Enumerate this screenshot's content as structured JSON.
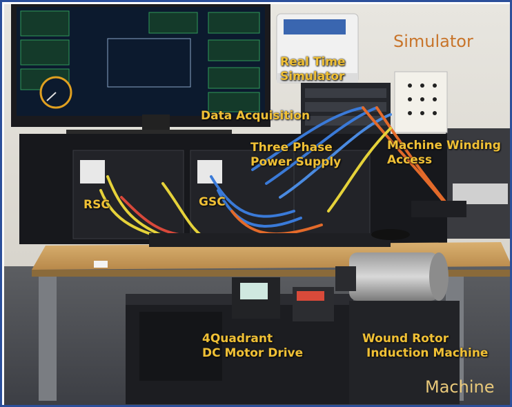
{
  "labels": {
    "simulator": "Simulator",
    "real_time_simulator": [
      "Real Time",
      "Simulator"
    ],
    "data_acquisition": "Data Acquisition",
    "three_phase_power_supply": [
      "Three Phase",
      "Power Supply"
    ],
    "machine_winding_access": [
      "Machine Winding",
      "Access"
    ],
    "rsc": "RSC",
    "gsc": "GSC",
    "dc_motor_drive": [
      "4Quadrant",
      "DC Motor Drive"
    ],
    "wound_rotor_induction_machine": [
      "Wound Rotor",
      "Induction Machine"
    ],
    "machine": "Machine"
  },
  "colors": {
    "label_text": "#f0c035",
    "simulator_heading": "#c8742a",
    "machine_heading": "#e8c87a",
    "frame_border": "#2c4f9a"
  }
}
